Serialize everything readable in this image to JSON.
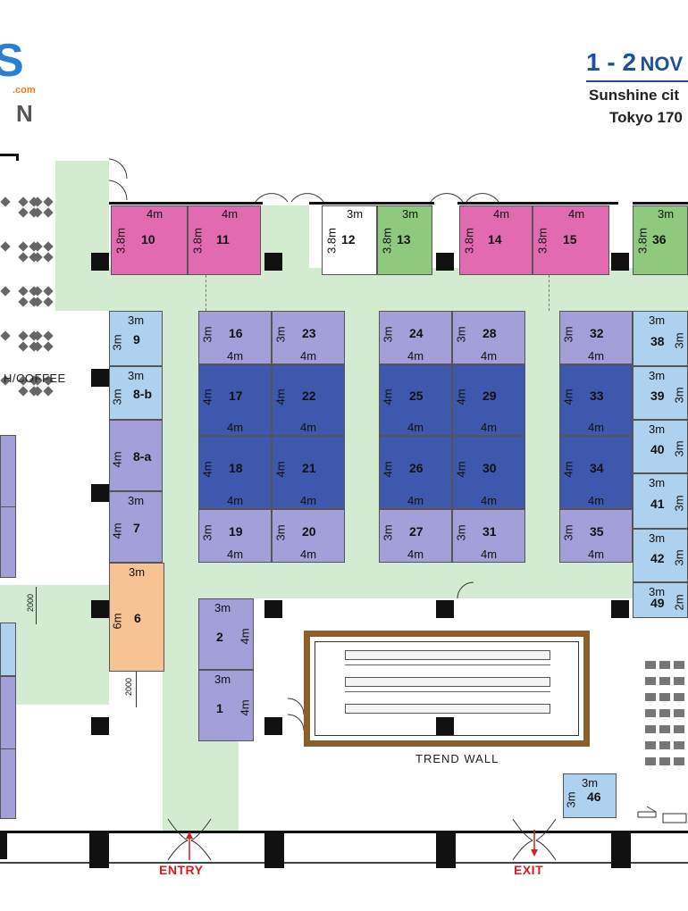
{
  "header": {
    "logo_fragment": "S",
    "logo_domain": ".com",
    "logo_letter": "N",
    "date_main": "1 - 2",
    "date_month": "NOV",
    "venue": "Sunshine cit",
    "city": "Tokyo 170"
  },
  "labels": {
    "coffee": "H/COFFEE",
    "trend_wall": "TREND WALL",
    "entry": "ENTRY",
    "exit": "EXIT",
    "gap_upper": "2000",
    "gap_lower": "2000"
  },
  "colors": {
    "walkway": "#d3ebd1",
    "pink": "#e26ab0",
    "green": "#8ec97d",
    "white": "#ffffff",
    "purple": "#a39fd8",
    "dark_blue": "#3e58ad",
    "light_blue": "#aed1ef",
    "orange": "#f7c392",
    "brand_blue": "#1d4f9c",
    "accent_red": "#d91c1c",
    "trend_wall_frame": "#8b5e2a"
  },
  "booths": [
    {
      "id": "10",
      "w": "4m",
      "d": "3.8m"
    },
    {
      "id": "11",
      "w": "4m",
      "d": "3.8m"
    },
    {
      "id": "12",
      "w": "3m",
      "d": "3.8m"
    },
    {
      "id": "13",
      "w": "3m",
      "d": "3.8m"
    },
    {
      "id": "14",
      "w": "4m",
      "d": "3.8m"
    },
    {
      "id": "15",
      "w": "4m",
      "d": "3.8m"
    },
    {
      "id": "36",
      "w": "3m",
      "d": "3.8m"
    },
    {
      "id": "9",
      "w": "3m",
      "d": "3m"
    },
    {
      "id": "8-b",
      "w": "3m",
      "d": "3m"
    },
    {
      "id": "8-a",
      "d": "4m"
    },
    {
      "id": "7",
      "w": "3m",
      "d": "4m"
    },
    {
      "id": "6",
      "w": "3m",
      "d": "6m"
    },
    {
      "id": "16",
      "d": "3m",
      "w": "4m"
    },
    {
      "id": "23",
      "d": "3m",
      "w": "4m"
    },
    {
      "id": "17",
      "d": "4m",
      "w": "4m"
    },
    {
      "id": "22",
      "d": "4m",
      "w": "4m"
    },
    {
      "id": "18",
      "d": "4m",
      "w": "4m"
    },
    {
      "id": "21",
      "d": "4m",
      "w": "4m"
    },
    {
      "id": "19",
      "d": "3m",
      "w": "4m"
    },
    {
      "id": "20",
      "d": "3m",
      "w": "4m"
    },
    {
      "id": "24",
      "d": "3m",
      "w": "4m"
    },
    {
      "id": "28",
      "d": "3m",
      "w": "4m"
    },
    {
      "id": "25",
      "d": "4m",
      "w": "4m"
    },
    {
      "id": "29",
      "d": "4m",
      "w": "4m"
    },
    {
      "id": "26",
      "d": "4m",
      "w": "4m"
    },
    {
      "id": "30",
      "d": "4m",
      "w": "4m"
    },
    {
      "id": "27",
      "d": "3m",
      "w": "4m"
    },
    {
      "id": "31",
      "d": "3m",
      "w": "4m"
    },
    {
      "id": "32",
      "d": "3m",
      "w": "4m"
    },
    {
      "id": "33",
      "d": "4m",
      "w": "4m"
    },
    {
      "id": "34",
      "d": "4m",
      "w": "4m"
    },
    {
      "id": "35",
      "d": "3m",
      "w": "4m"
    },
    {
      "id": "38",
      "w": "3m",
      "d": "3m"
    },
    {
      "id": "39",
      "w": "3m",
      "d": "3m"
    },
    {
      "id": "40",
      "w": "3m",
      "d": "3m"
    },
    {
      "id": "41",
      "w": "3m",
      "d": "3m"
    },
    {
      "id": "42",
      "w": "3m",
      "d": "3m"
    },
    {
      "id": "49",
      "w": "3m",
      "d": "2m"
    },
    {
      "id": "2",
      "w": "3m",
      "d": "4m"
    },
    {
      "id": "1",
      "w": "3m",
      "d": "4m"
    },
    {
      "id": "46",
      "w": "3m",
      "d": "3m"
    }
  ]
}
